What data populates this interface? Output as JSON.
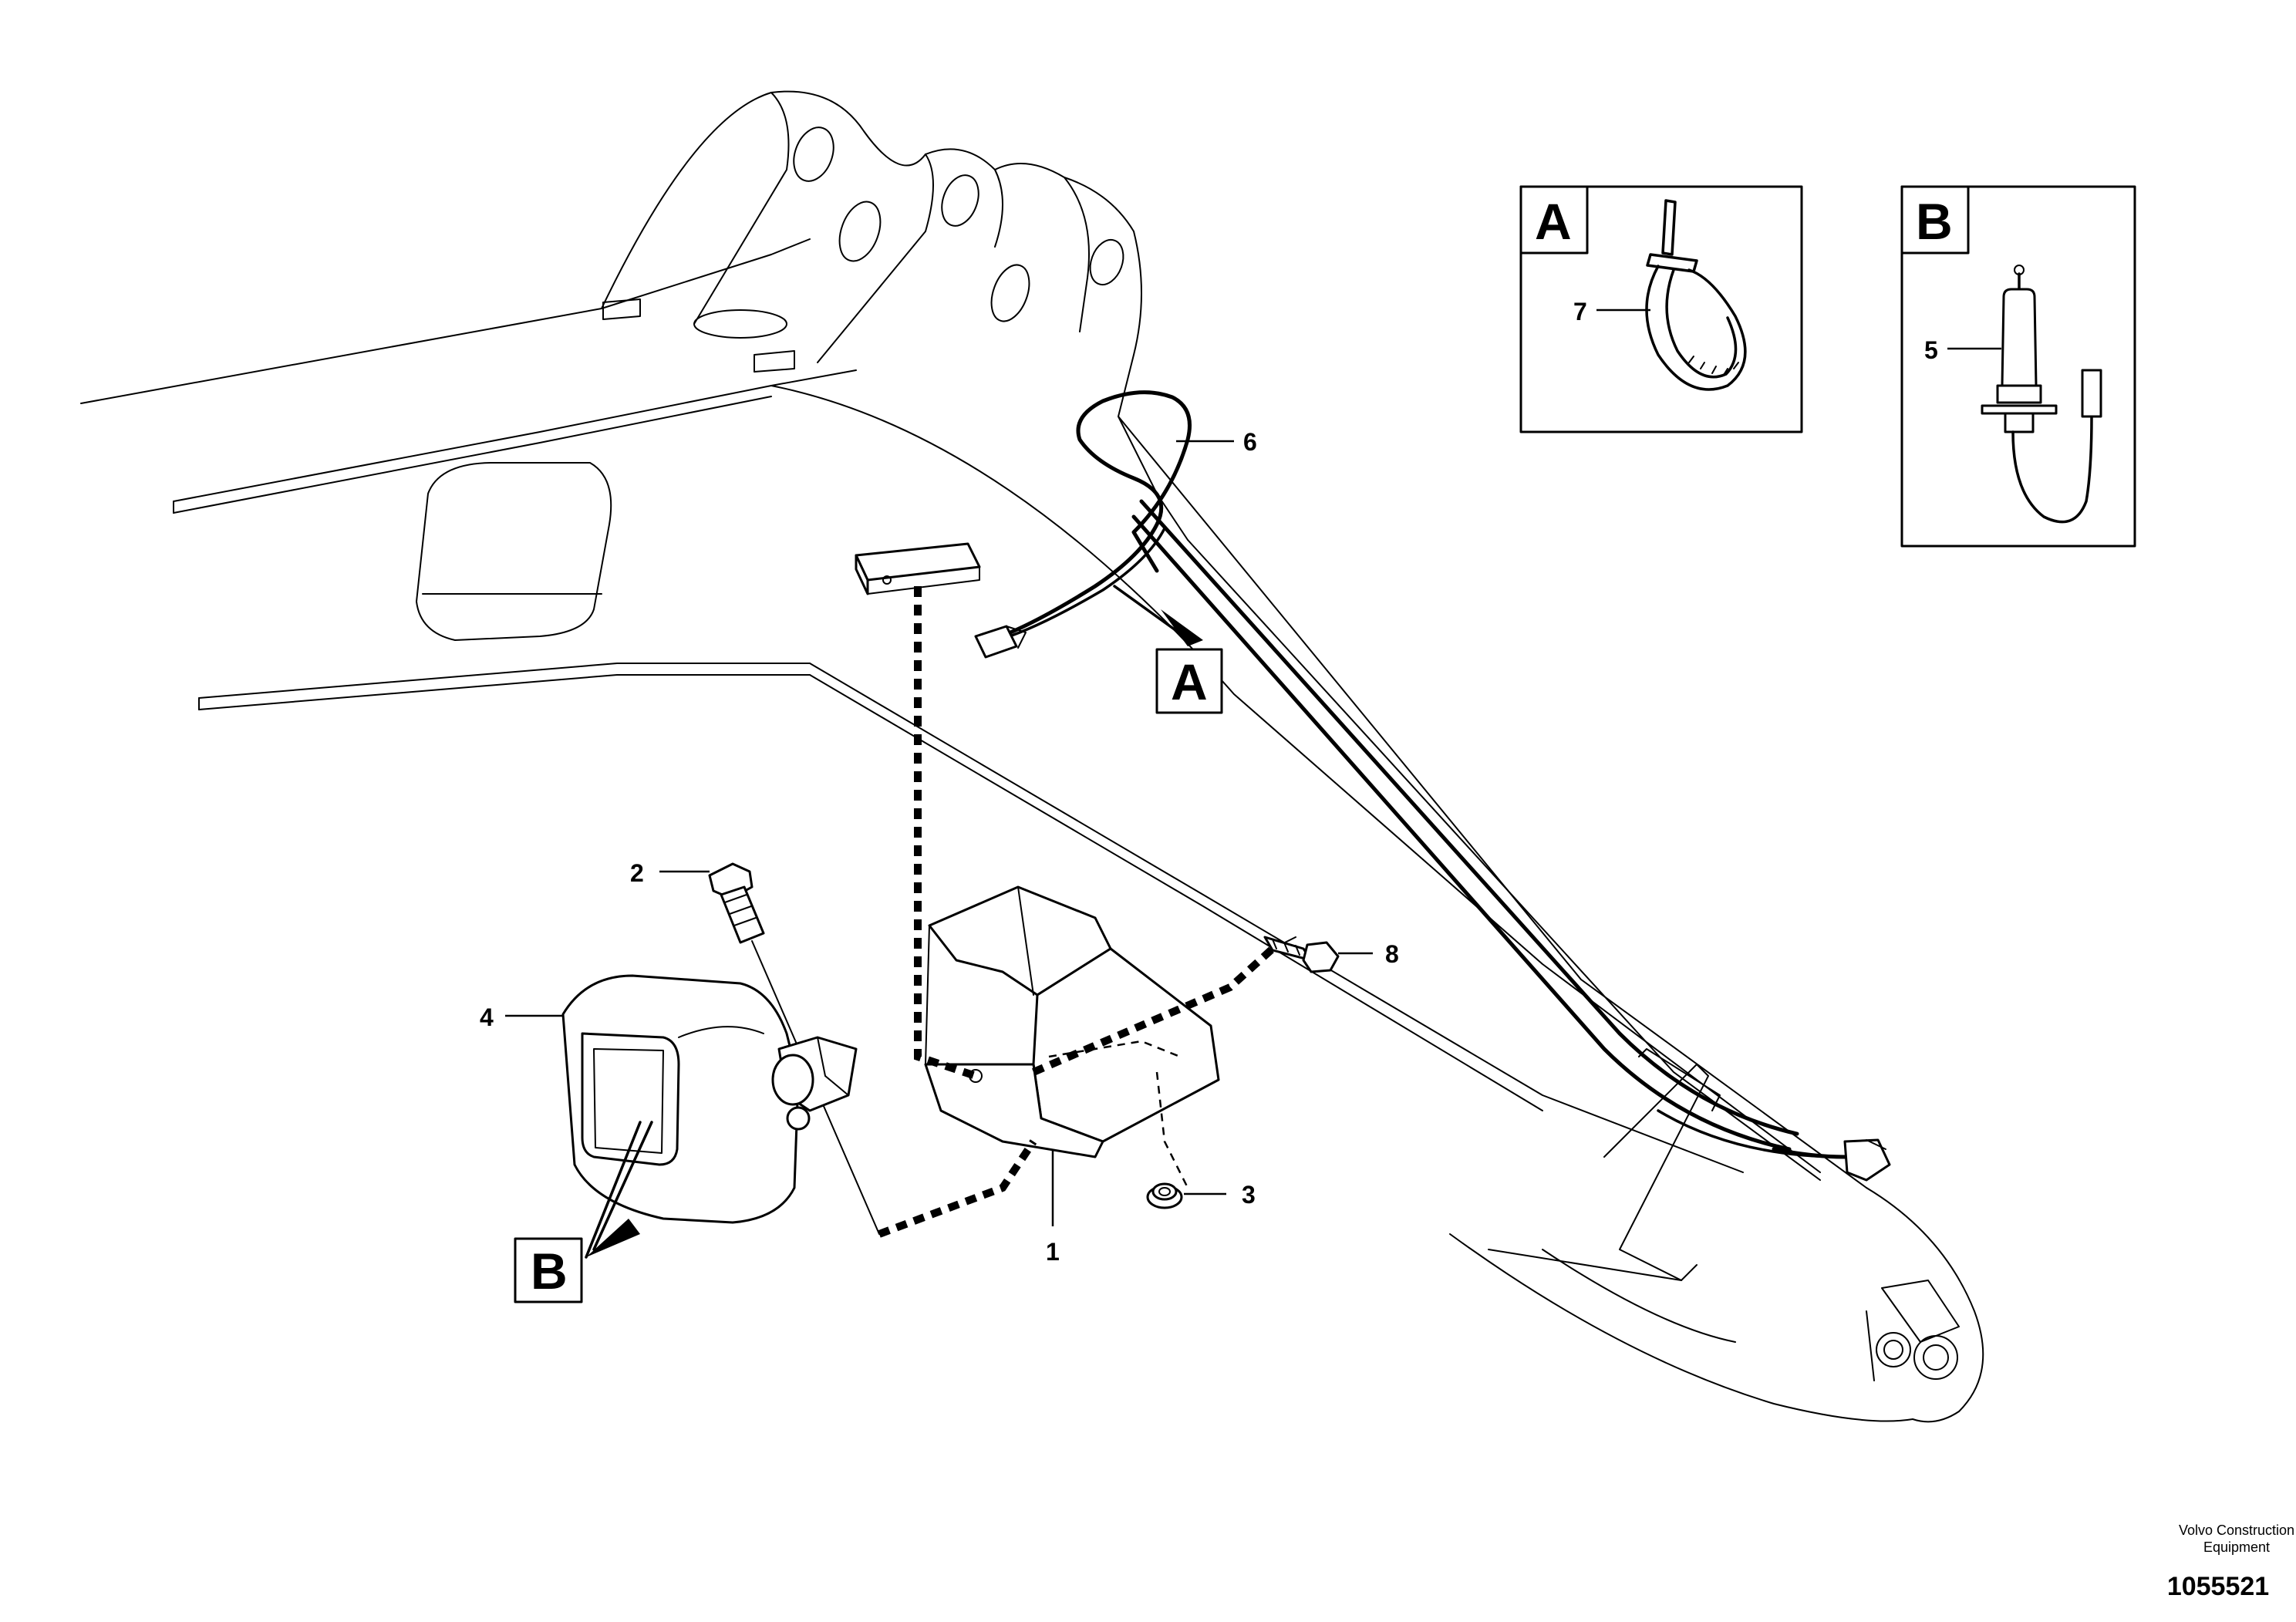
{
  "callouts": {
    "c1": "1",
    "c2": "2",
    "c3": "3",
    "c4": "4",
    "c5": "5",
    "c6": "6",
    "c7": "7",
    "c8": "8"
  },
  "detail_markers": {
    "a": "A",
    "b": "B"
  },
  "insets": {
    "a": {
      "label": "A",
      "callout": "7",
      "icon": "cable-tie-icon"
    },
    "b": {
      "label": "B",
      "callout": "5",
      "icon": "halogen-bulb-icon"
    }
  },
  "footer": {
    "company_line1": "Volvo Construction",
    "company_line2": "Equipment",
    "drawing_number": "1055521"
  }
}
